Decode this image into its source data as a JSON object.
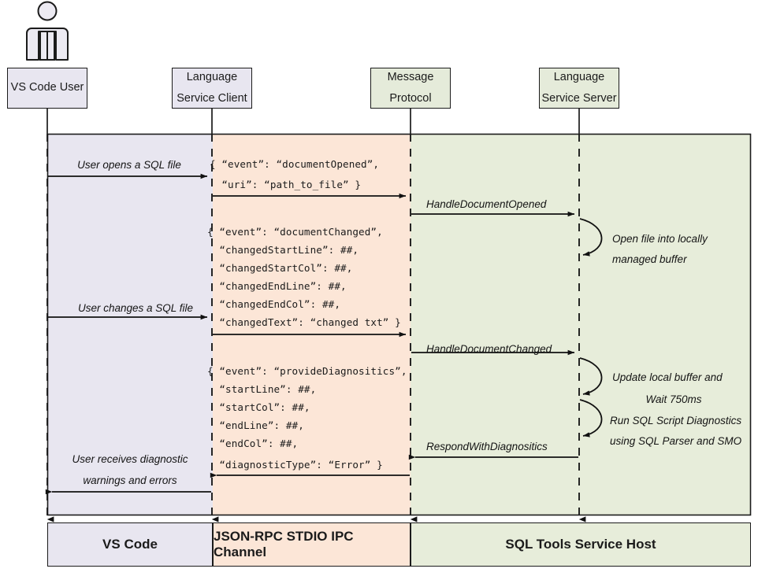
{
  "diagram": {
    "title": "SQL Tools Service language protocol sequence diagram",
    "colors": {
      "client_band": "#e8e6f0",
      "protocol_band": "#fce6d7",
      "server_band": "#e7edda",
      "stroke": "#1b1b1b"
    },
    "actor": {
      "name": "vs-code-user-actor"
    },
    "lifelines": [
      {
        "id": "vscode-user",
        "line1": "VS Code User",
        "line2": "",
        "fill": "purple"
      },
      {
        "id": "language-client",
        "line1": "Language",
        "line2": "Service Client",
        "fill": "purple"
      },
      {
        "id": "message-protocol",
        "line1": "Message",
        "line2": "Protocol",
        "fill": "green"
      },
      {
        "id": "language-server",
        "line1": "Language",
        "line2": "Service Server",
        "fill": "green"
      }
    ],
    "messages": [
      {
        "id": "user-opens-file",
        "label": "User opens a SQL file"
      },
      {
        "id": "handle-document-opened",
        "label": "HandleDocumentOpened"
      },
      {
        "id": "user-changes-file",
        "label": "User changes a SQL file"
      },
      {
        "id": "handle-document-changed",
        "label": "HandleDocumentChanged"
      },
      {
        "id": "respond-with-diagnositics",
        "label": "RespondWithDiagnositics"
      },
      {
        "id": "user-receives-diagnostics",
        "label_line1": "User receives diagnostic",
        "label_line2": "warnings and errors"
      }
    ],
    "self_messages": [
      {
        "id": "open-file-buffer",
        "line1": "Open file into locally",
        "line2": "managed buffer"
      },
      {
        "id": "update-buffer-wait",
        "line1": "Update local buffer and",
        "line2": "Wait 750ms"
      },
      {
        "id": "run-diagnostics",
        "line1": "Run SQL Script Diagnostics",
        "line2": "using SQL Parser and SMO"
      }
    ],
    "payloads": [
      {
        "id": "document-opened-payload",
        "lines": [
          "{ “event”: “documentOpened”,",
          "  “uri”: “path_to_file” }"
        ]
      },
      {
        "id": "document-changed-payload",
        "lines": [
          "{ “event”: “documentChanged”,",
          "  “changedStartLine”: ##,",
          "  “changedStartCol”: ##,",
          "  “changedEndLine”: ##,",
          "  “changedEndCol”: ##,",
          "  “changedText”: “changed txt” }"
        ]
      },
      {
        "id": "provide-diagnositics-payload",
        "lines": [
          "{ “event”: “provideDiagnositics”,",
          "  “startLine”: ##,",
          "  “startCol”: ##,",
          "  “endLine”: ##,",
          "  “endCol”: ##,",
          "  “diagnosticType”: “Error” }"
        ]
      }
    ],
    "footer": [
      {
        "id": "footer-vs-code",
        "label": "VS Code",
        "fill": "purple"
      },
      {
        "id": "footer-jsonrpc",
        "label": "JSON-RPC STDIO IPC Channel",
        "fill": "orange"
      },
      {
        "id": "footer-sql-tools",
        "label": "SQL Tools Service Host",
        "fill": "green"
      }
    ]
  }
}
